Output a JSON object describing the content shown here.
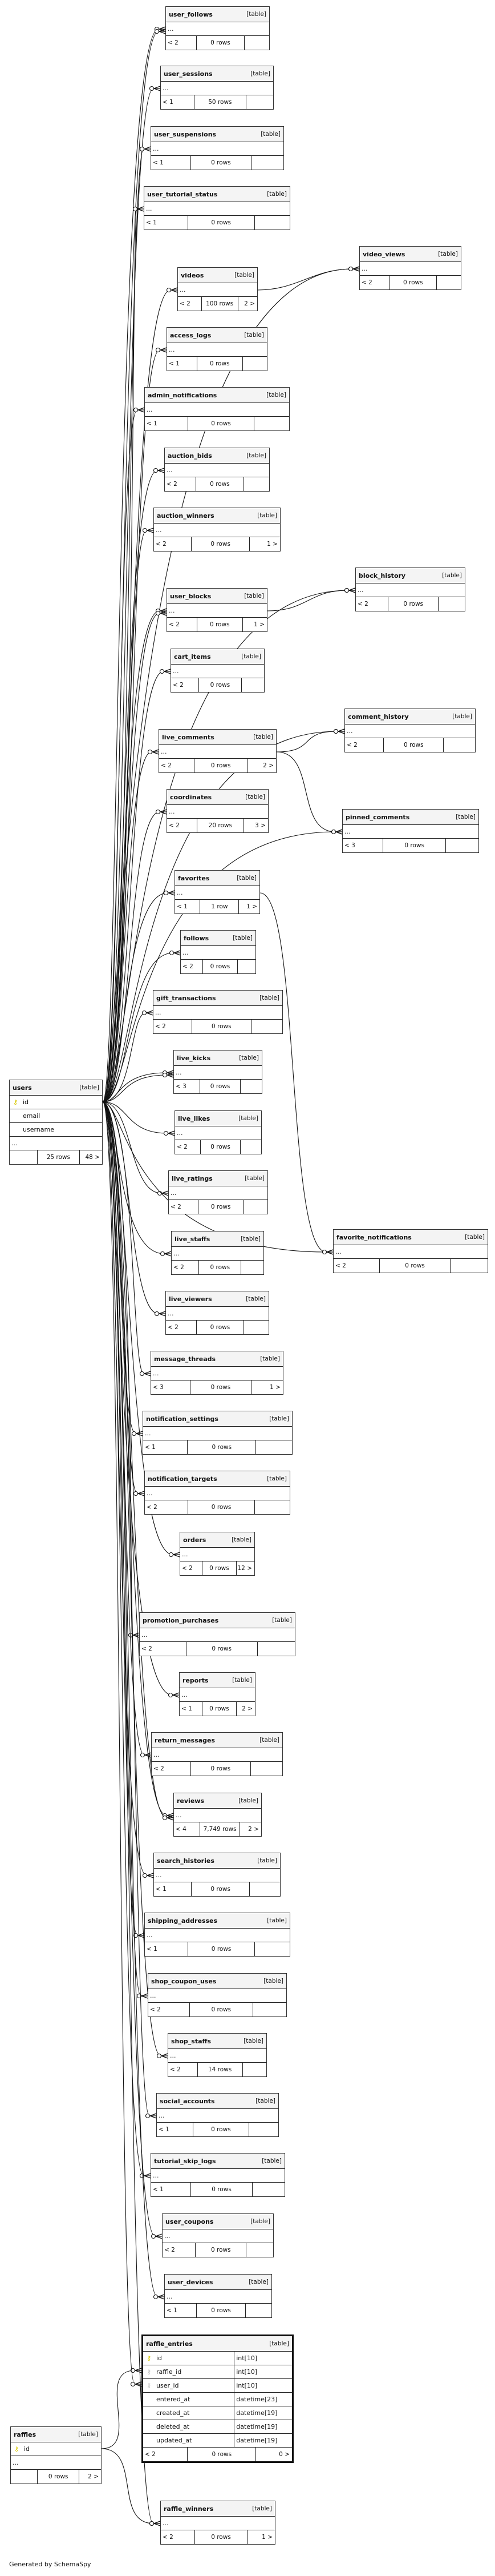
{
  "footer_credit": "Generated by SchemaSpy",
  "colors": {
    "primary_key": "#d8c800",
    "foreign_key": "#bbbbbb",
    "header_bg": "#f4f4f4",
    "border": "#333333"
  },
  "tables": [
    {
      "name": "user_follows",
      "type": "[table]",
      "rows": [
        {
          "name": "..."
        }
      ],
      "parents": "< 2",
      "row_count": "0 rows",
      "children": ""
    },
    {
      "name": "user_sessions",
      "type": "[table]",
      "rows": [
        {
          "name": "..."
        }
      ],
      "parents": "< 1",
      "row_count": "50 rows",
      "children": ""
    },
    {
      "name": "user_suspensions",
      "type": "[table]",
      "rows": [
        {
          "name": "..."
        }
      ],
      "parents": "< 1",
      "row_count": "0 rows",
      "children": ""
    },
    {
      "name": "user_tutorial_status",
      "type": "[table]",
      "rows": [
        {
          "name": "..."
        }
      ],
      "parents": "< 1",
      "row_count": "0 rows",
      "children": ""
    },
    {
      "name": "video_views",
      "type": "[table]",
      "rows": [
        {
          "name": "..."
        }
      ],
      "parents": "< 2",
      "row_count": "0 rows",
      "children": ""
    },
    {
      "name": "videos",
      "type": "[table]",
      "rows": [
        {
          "name": "..."
        }
      ],
      "parents": "< 2",
      "row_count": "100 rows",
      "children": "2 >"
    },
    {
      "name": "access_logs",
      "type": "[table]",
      "rows": [
        {
          "name": "..."
        }
      ],
      "parents": "< 1",
      "row_count": "0 rows",
      "children": ""
    },
    {
      "name": "admin_notifications",
      "type": "[table]",
      "rows": [
        {
          "name": "..."
        }
      ],
      "parents": "< 1",
      "row_count": "0 rows",
      "children": ""
    },
    {
      "name": "auction_bids",
      "type": "[table]",
      "rows": [
        {
          "name": "..."
        }
      ],
      "parents": "< 2",
      "row_count": "0 rows",
      "children": ""
    },
    {
      "name": "auction_winners",
      "type": "[table]",
      "rows": [
        {
          "name": "..."
        }
      ],
      "parents": "< 2",
      "row_count": "0 rows",
      "children": "1 >"
    },
    {
      "name": "block_history",
      "type": "[table]",
      "rows": [
        {
          "name": "..."
        }
      ],
      "parents": "< 2",
      "row_count": "0 rows",
      "children": ""
    },
    {
      "name": "user_blocks",
      "type": "[table]",
      "rows": [
        {
          "name": "..."
        }
      ],
      "parents": "< 2",
      "row_count": "0 rows",
      "children": "1 >"
    },
    {
      "name": "cart_items",
      "type": "[table]",
      "rows": [
        {
          "name": "..."
        }
      ],
      "parents": "< 2",
      "row_count": "0 rows",
      "children": ""
    },
    {
      "name": "comment_history",
      "type": "[table]",
      "rows": [
        {
          "name": "..."
        }
      ],
      "parents": "< 2",
      "row_count": "0 rows",
      "children": ""
    },
    {
      "name": "live_comments",
      "type": "[table]",
      "rows": [
        {
          "name": "..."
        }
      ],
      "parents": "< 2",
      "row_count": "0 rows",
      "children": "2 >"
    },
    {
      "name": "coordinates",
      "type": "[table]",
      "rows": [
        {
          "name": "..."
        }
      ],
      "parents": "< 2",
      "row_count": "20 rows",
      "children": "3 >"
    },
    {
      "name": "pinned_comments",
      "type": "[table]",
      "rows": [
        {
          "name": "..."
        }
      ],
      "parents": "< 3",
      "row_count": "0 rows",
      "children": ""
    },
    {
      "name": "favorites",
      "type": "[table]",
      "rows": [
        {
          "name": "..."
        }
      ],
      "parents": "< 1",
      "row_count": "1 row",
      "children": "1 >"
    },
    {
      "name": "follows",
      "type": "[table]",
      "rows": [
        {
          "name": "..."
        }
      ],
      "parents": "< 2",
      "row_count": "0 rows",
      "children": ""
    },
    {
      "name": "gift_transactions",
      "type": "[table]",
      "rows": [
        {
          "name": "..."
        }
      ],
      "parents": "< 2",
      "row_count": "0 rows",
      "children": ""
    },
    {
      "name": "live_kicks",
      "type": "[table]",
      "rows": [
        {
          "name": "..."
        }
      ],
      "parents": "< 3",
      "row_count": "0 rows",
      "children": ""
    },
    {
      "name": "live_likes",
      "type": "[table]",
      "rows": [
        {
          "name": "..."
        }
      ],
      "parents": "< 2",
      "row_count": "0 rows",
      "children": ""
    },
    {
      "name": "users",
      "type": "[table]",
      "rows": [
        {
          "name": "id",
          "key": "pk"
        },
        {
          "name": "email",
          "key": "none"
        },
        {
          "name": "username",
          "key": "none"
        },
        {
          "name": "..."
        }
      ],
      "parents": "",
      "row_count": "25 rows",
      "children": "48 >"
    },
    {
      "name": "live_ratings",
      "type": "[table]",
      "rows": [
        {
          "name": "..."
        }
      ],
      "parents": "< 2",
      "row_count": "0 rows",
      "children": ""
    },
    {
      "name": "live_staffs",
      "type": "[table]",
      "rows": [
        {
          "name": "..."
        }
      ],
      "parents": "< 2",
      "row_count": "0 rows",
      "children": ""
    },
    {
      "name": "favorite_notifications",
      "type": "[table]",
      "rows": [
        {
          "name": "..."
        }
      ],
      "parents": "< 2",
      "row_count": "0 rows",
      "children": ""
    },
    {
      "name": "live_viewers",
      "type": "[table]",
      "rows": [
        {
          "name": "..."
        }
      ],
      "parents": "< 2",
      "row_count": "0 rows",
      "children": ""
    },
    {
      "name": "message_threads",
      "type": "[table]",
      "rows": [
        {
          "name": "..."
        }
      ],
      "parents": "< 3",
      "row_count": "0 rows",
      "children": "1 >"
    },
    {
      "name": "notification_settings",
      "type": "[table]",
      "rows": [
        {
          "name": "..."
        }
      ],
      "parents": "< 1",
      "row_count": "0 rows",
      "children": ""
    },
    {
      "name": "notification_targets",
      "type": "[table]",
      "rows": [
        {
          "name": "..."
        }
      ],
      "parents": "< 2",
      "row_count": "0 rows",
      "children": ""
    },
    {
      "name": "orders",
      "type": "[table]",
      "rows": [
        {
          "name": "..."
        }
      ],
      "parents": "< 2",
      "row_count": "0 rows",
      "children": "12 >"
    },
    {
      "name": "promotion_purchases",
      "type": "[table]",
      "rows": [
        {
          "name": "..."
        }
      ],
      "parents": "< 2",
      "row_count": "0 rows",
      "children": ""
    },
    {
      "name": "reports",
      "type": "[table]",
      "rows": [
        {
          "name": "..."
        }
      ],
      "parents": "< 1",
      "row_count": "0 rows",
      "children": "2 >"
    },
    {
      "name": "return_messages",
      "type": "[table]",
      "rows": [
        {
          "name": "..."
        }
      ],
      "parents": "< 2",
      "row_count": "0 rows",
      "children": ""
    },
    {
      "name": "reviews",
      "type": "[table]",
      "rows": [
        {
          "name": "..."
        }
      ],
      "parents": "< 4",
      "row_count": "7,749 rows",
      "children": "2 >"
    },
    {
      "name": "search_histories",
      "type": "[table]",
      "rows": [
        {
          "name": "..."
        }
      ],
      "parents": "< 1",
      "row_count": "0 rows",
      "children": ""
    },
    {
      "name": "shipping_addresses",
      "type": "[table]",
      "rows": [
        {
          "name": "..."
        }
      ],
      "parents": "< 1",
      "row_count": "0 rows",
      "children": ""
    },
    {
      "name": "shop_coupon_uses",
      "type": "[table]",
      "rows": [
        {
          "name": "..."
        }
      ],
      "parents": "< 2",
      "row_count": "0 rows",
      "children": ""
    },
    {
      "name": "shop_staffs",
      "type": "[table]",
      "rows": [
        {
          "name": "..."
        }
      ],
      "parents": "< 2",
      "row_count": "14 rows",
      "children": ""
    },
    {
      "name": "social_accounts",
      "type": "[table]",
      "rows": [
        {
          "name": "..."
        }
      ],
      "parents": "< 1",
      "row_count": "0 rows",
      "children": ""
    },
    {
      "name": "tutorial_skip_logs",
      "type": "[table]",
      "rows": [
        {
          "name": "..."
        }
      ],
      "parents": "< 1",
      "row_count": "0 rows",
      "children": ""
    },
    {
      "name": "user_coupons",
      "type": "[table]",
      "rows": [
        {
          "name": "..."
        }
      ],
      "parents": "< 2",
      "row_count": "0 rows",
      "children": ""
    },
    {
      "name": "user_devices",
      "type": "[table]",
      "rows": [
        {
          "name": "..."
        }
      ],
      "parents": "< 1",
      "row_count": "0 rows",
      "children": ""
    },
    {
      "name": "raffle_entries",
      "type": "[table]",
      "focus": true,
      "rows": [
        {
          "name": "id",
          "key": "pk",
          "datatype": "int[10]"
        },
        {
          "name": "raffle_id",
          "key": "fk",
          "datatype": "int[10]"
        },
        {
          "name": "user_id",
          "key": "fk",
          "datatype": "int[10]"
        },
        {
          "name": "entered_at",
          "key": "none",
          "datatype": "datetime[23]"
        },
        {
          "name": "created_at",
          "key": "none",
          "datatype": "datetime[19]"
        },
        {
          "name": "deleted_at",
          "key": "none",
          "datatype": "datetime[19]"
        },
        {
          "name": "updated_at",
          "key": "none",
          "datatype": "datetime[19]"
        }
      ],
      "parents": "< 2",
      "row_count": "0 rows",
      "children": "0 >"
    },
    {
      "name": "raffles",
      "type": "[table]",
      "rows": [
        {
          "name": "id",
          "key": "pk"
        },
        {
          "name": "..."
        }
      ],
      "parents": "",
      "row_count": "0 rows",
      "children": "2 >"
    },
    {
      "name": "raffle_winners",
      "type": "[table]",
      "rows": [
        {
          "name": "..."
        }
      ],
      "parents": "< 2",
      "row_count": "0 rows",
      "children": "1 >"
    }
  ],
  "relationships": [
    [
      "users",
      "user_follows"
    ],
    [
      "users",
      "user_follows"
    ],
    [
      "users",
      "user_sessions"
    ],
    [
      "users",
      "user_suspensions"
    ],
    [
      "users",
      "user_tutorial_status"
    ],
    [
      "users",
      "video_views"
    ],
    [
      "videos",
      "video_views"
    ],
    [
      "users",
      "videos"
    ],
    [
      "users",
      "access_logs"
    ],
    [
      "users",
      "admin_notifications"
    ],
    [
      "users",
      "auction_bids"
    ],
    [
      "users",
      "auction_winners"
    ],
    [
      "users",
      "block_history"
    ],
    [
      "user_blocks",
      "block_history"
    ],
    [
      "users",
      "user_blocks"
    ],
    [
      "users",
      "user_blocks"
    ],
    [
      "users",
      "cart_items"
    ],
    [
      "users",
      "comment_history"
    ],
    [
      "live_comments",
      "comment_history"
    ],
    [
      "users",
      "live_comments"
    ],
    [
      "users",
      "coordinates"
    ],
    [
      "users",
      "pinned_comments"
    ],
    [
      "live_comments",
      "pinned_comments"
    ],
    [
      "users",
      "favorites"
    ],
    [
      "users",
      "follows"
    ],
    [
      "users",
      "gift_transactions"
    ],
    [
      "users",
      "live_kicks"
    ],
    [
      "users",
      "live_kicks"
    ],
    [
      "users",
      "live_likes"
    ],
    [
      "users",
      "live_ratings"
    ],
    [
      "users",
      "live_staffs"
    ],
    [
      "favorites",
      "favorite_notifications"
    ],
    [
      "users",
      "favorite_notifications"
    ],
    [
      "users",
      "live_viewers"
    ],
    [
      "users",
      "message_threads"
    ],
    [
      "users",
      "notification_settings"
    ],
    [
      "users",
      "notification_targets"
    ],
    [
      "users",
      "orders"
    ],
    [
      "users",
      "promotion_purchases"
    ],
    [
      "users",
      "reports"
    ],
    [
      "users",
      "return_messages"
    ],
    [
      "users",
      "reviews"
    ],
    [
      "users",
      "reviews"
    ],
    [
      "users",
      "search_histories"
    ],
    [
      "users",
      "shipping_addresses"
    ],
    [
      "users",
      "shop_coupon_uses"
    ],
    [
      "users",
      "shop_staffs"
    ],
    [
      "users",
      "social_accounts"
    ],
    [
      "users",
      "tutorial_skip_logs"
    ],
    [
      "users",
      "user_coupons"
    ],
    [
      "users",
      "user_devices"
    ],
    [
      "raffles",
      "raffle_entries"
    ],
    [
      "users",
      "raffle_entries"
    ],
    [
      "raffles",
      "raffle_winners"
    ],
    [
      "users",
      "raffle_winners"
    ]
  ]
}
